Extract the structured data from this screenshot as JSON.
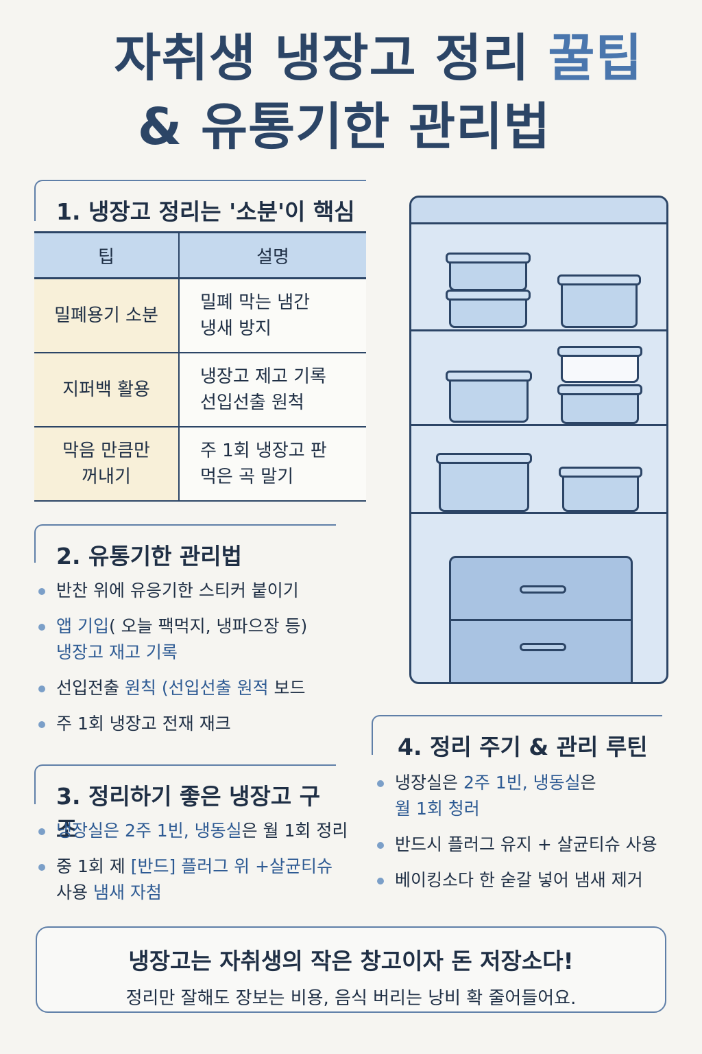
{
  "title": {
    "line1_main": "자취생 냉장고 정리 ",
    "line1_accent": "꿀팁",
    "line2": "& 유통기한 관리법"
  },
  "section1": {
    "heading": "1. 냉장고 정리는 '소분'이 핵심",
    "table": {
      "headers": [
        "팁",
        "설명"
      ],
      "rows": [
        {
          "tip": "밀폐용기 소분",
          "desc1": "밀폐 막는 냄간",
          "desc2": "냉새 방지"
        },
        {
          "tip": "지퍼백 활용",
          "desc1": "냉장고 제고 기록",
          "desc2": "선입선출 원척"
        },
        {
          "tip1": "막음 만큼만",
          "tip2": "꺼내기",
          "desc1": "주 1회 냉장고 판",
          "desc2": "먹은 곡 말기"
        }
      ]
    }
  },
  "section2": {
    "heading": "2. 유통기한 관리법",
    "items": [
      {
        "text": "반찬 위에 유응기한 스티커 붙이기"
      },
      {
        "pre": "앱 기입",
        "text": "( 오늘 팩먹지, 냉파으장 등)",
        "post": "냉장고 재고 기록"
      },
      {
        "pre": "선입전출 ",
        "accent": "원칙 (선입선출 원적",
        "text": " 보드"
      },
      {
        "text": "주 1회 냉장고 전재 재크"
      }
    ]
  },
  "section3": {
    "heading": "3. 정리하기 좋은 냉장고 구조",
    "items": [
      {
        "accent": "냉장실은 2주 1빈, 냉동실",
        "text": "은 월 1회 정리"
      },
      {
        "text": "중 1회 제 ",
        "accent": "[반드] 플러그 위 +살균티슈",
        "post1": "사용 ",
        "post2": "냄새 자첨"
      }
    ]
  },
  "section4": {
    "heading": "4. 정리 주기 & 관리 루틴",
    "items": [
      {
        "pre": "냉장실은 ",
        "accent": "2주 1빈, 냉동실",
        "text": "은",
        "post": "월 1회 청러"
      },
      {
        "text": "반드시 플러그 유지 + 살균티슈 사용"
      },
      {
        "text": "베이킹소다 한 숟갈 넣어 냄새 제거"
      }
    ]
  },
  "footer": {
    "line1": "냉장고는 자취생의 작은 창고이자 돈 저장소다!",
    "line2": "정리만 잘해도 장보는 비용, 음식 버리는 낭비 확 줄어들어요."
  },
  "colors": {
    "accent": "#4a76ad",
    "navy": "#2c4566",
    "header_bg": "#c5d9ee",
    "tip_bg": "#f8f0d9"
  }
}
